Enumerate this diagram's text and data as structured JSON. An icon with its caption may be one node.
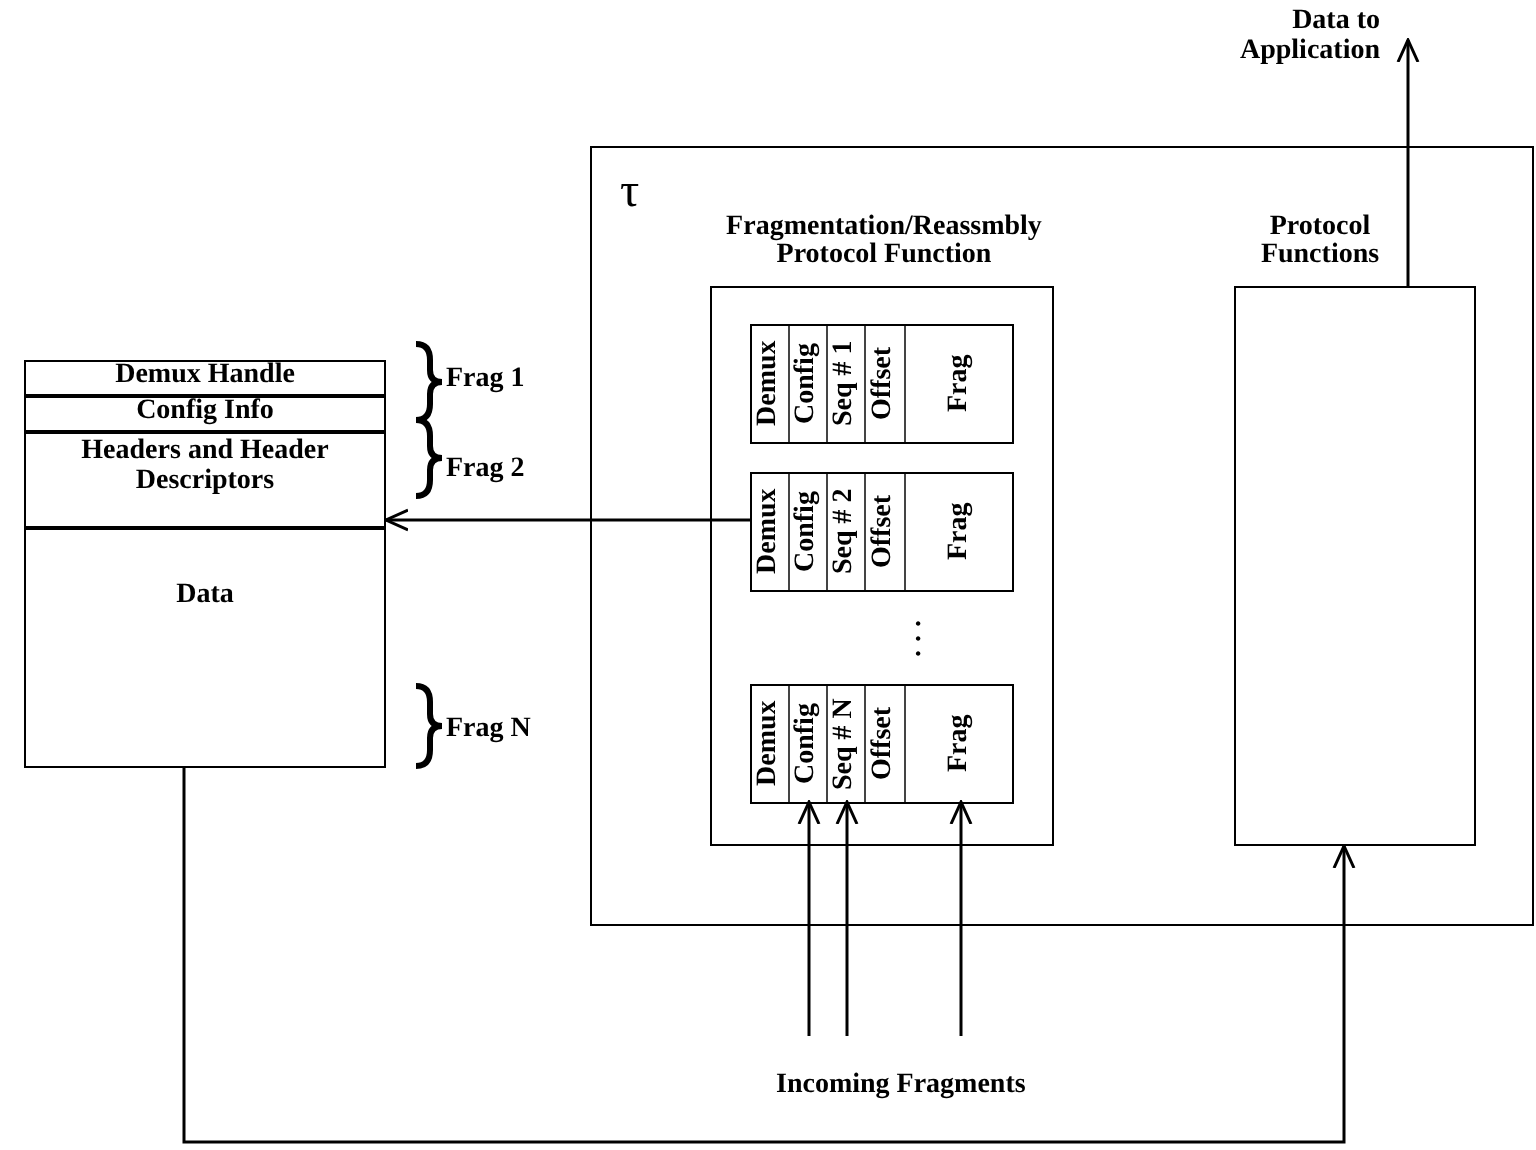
{
  "diagram": {
    "nodes": [
      {
        "text": [
          "Demux Handle"
        ]
      },
      {
        "text": [
          "Config Info"
        ]
      },
      {
        "text": [
          "Headers and Header Descriptors"
        ]
      },
      {
        "text": [
          "Data"
        ]
      },
      {
        "text": [
          "τ"
        ]
      },
      {
        "text": [
          "Fragmentation/Reassmbly Protocol Function"
        ],
        "in": 4
      },
      {
        "text": [],
        "shape": "box",
        "in": 5
      },
      {
        "text": [
          "Demux"
        ],
        "in": 6
      },
      {
        "text": [
          "Config"
        ],
        "in": 6
      },
      {
        "text": [
          "Seq # 1"
        ],
        "in": 6
      },
      {
        "text": [
          "Offset"
        ],
        "in": 6
      },
      {
        "text": [
          "Frag"
        ],
        "in": 6
      },
      {
        "text": [],
        "shape": "box",
        "in": 5
      },
      {
        "text": [
          "Demux"
        ],
        "in": 12
      },
      {
        "text": [
          "Config"
        ],
        "in": 12
      },
      {
        "text": [
          "Seq # 2"
        ],
        "in": 12
      },
      {
        "text": [
          "Offset"
        ],
        "in": 12
      },
      {
        "text": [
          "Frag"
        ],
        "in": 12
      },
      {
        "text": [],
        "shape": "box",
        "in": 5
      },
      {
        "text": [
          "Demux"
        ],
        "in": 18
      },
      {
        "text": [
          "Config"
        ],
        "in": 18
      },
      {
        "text": [
          "Seq # N"
        ],
        "in": 18
      },
      {
        "text": [
          "Offset"
        ],
        "in": 18
      },
      {
        "text": [
          "Frag"
        ],
        "in": 18
      },
      {
        "text": [
          "Protocol Functions"
        ],
        "in": 4
      },
      {
        "text": [
          "Data to Application"
        ]
      }
    ],
    "edges": [
      {
        "from": 13,
        "to": 2,
        "arrow": "to"
      },
      {
        "from": null,
        "to": 20,
        "arrow": "to"
      },
      {
        "from": null,
        "to": 21,
        "arrow": "to"
      },
      {
        "from": null,
        "to": 23,
        "arrow": "to"
      },
      {
        "from": 3,
        "to": 24,
        "arrow": "to"
      },
      {
        "from": 24,
        "to": 25,
        "arrow": "to"
      }
    ],
    "labels": [
      "Frag 1",
      "Frag 2",
      "...",
      "Frag N",
      "Incoming Fragments"
    ]
  }
}
